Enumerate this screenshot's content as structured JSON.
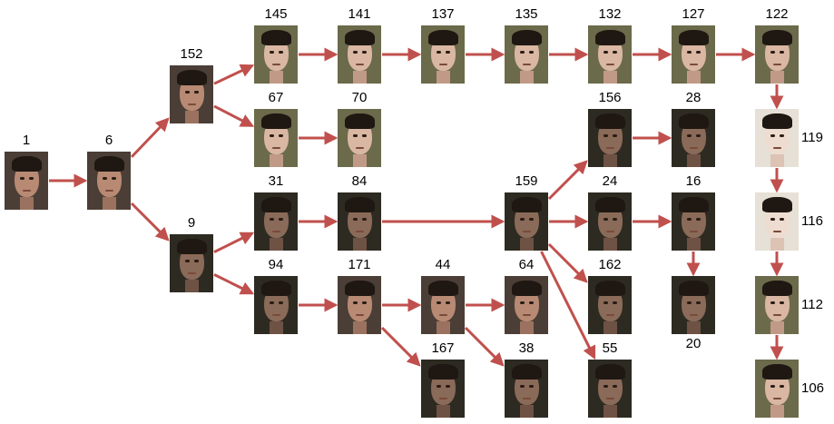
{
  "diagram": {
    "edge_color": "#c0504d",
    "nodes": [
      {
        "id": "1",
        "label": "1",
        "tone": "medium"
      },
      {
        "id": "6",
        "label": "6",
        "tone": "medium"
      },
      {
        "id": "152",
        "label": "152",
        "tone": "medium"
      },
      {
        "id": "9",
        "label": "9",
        "tone": "dark"
      },
      {
        "id": "145",
        "label": "145",
        "tone": "light"
      },
      {
        "id": "67",
        "label": "67",
        "tone": "light"
      },
      {
        "id": "31",
        "label": "31",
        "tone": "dark"
      },
      {
        "id": "94",
        "label": "94",
        "tone": "dark"
      },
      {
        "id": "141",
        "label": "141",
        "tone": "light"
      },
      {
        "id": "70",
        "label": "70",
        "tone": "light"
      },
      {
        "id": "84",
        "label": "84",
        "tone": "dark"
      },
      {
        "id": "171",
        "label": "171",
        "tone": "medium"
      },
      {
        "id": "137",
        "label": "137",
        "tone": "light"
      },
      {
        "id": "44",
        "label": "44",
        "tone": "medium"
      },
      {
        "id": "167",
        "label": "167",
        "tone": "dark"
      },
      {
        "id": "135",
        "label": "135",
        "tone": "light"
      },
      {
        "id": "159",
        "label": "159",
        "tone": "dark"
      },
      {
        "id": "64",
        "label": "64",
        "tone": "medium"
      },
      {
        "id": "38",
        "label": "38",
        "tone": "dark"
      },
      {
        "id": "132",
        "label": "132",
        "tone": "light"
      },
      {
        "id": "156",
        "label": "156",
        "tone": "dark"
      },
      {
        "id": "24",
        "label": "24",
        "tone": "dark"
      },
      {
        "id": "162",
        "label": "162",
        "tone": "dark"
      },
      {
        "id": "55",
        "label": "55",
        "tone": "dark"
      },
      {
        "id": "127",
        "label": "127",
        "tone": "light"
      },
      {
        "id": "28",
        "label": "28",
        "tone": "dark"
      },
      {
        "id": "16",
        "label": "16",
        "tone": "dark"
      },
      {
        "id": "20",
        "label": "20",
        "tone": "dark"
      },
      {
        "id": "122",
        "label": "122",
        "tone": "light"
      },
      {
        "id": "119",
        "label": "119",
        "tone": "pale"
      },
      {
        "id": "116",
        "label": "116",
        "tone": "pale"
      },
      {
        "id": "112",
        "label": "112",
        "tone": "light"
      },
      {
        "id": "106",
        "label": "106",
        "tone": "light"
      }
    ],
    "edges": [
      [
        "1",
        "6"
      ],
      [
        "6",
        "152"
      ],
      [
        "6",
        "9"
      ],
      [
        "152",
        "145"
      ],
      [
        "152",
        "67"
      ],
      [
        "145",
        "141"
      ],
      [
        "141",
        "137"
      ],
      [
        "137",
        "135"
      ],
      [
        "135",
        "132"
      ],
      [
        "132",
        "127"
      ],
      [
        "127",
        "122"
      ],
      [
        "122",
        "119"
      ],
      [
        "119",
        "116"
      ],
      [
        "116",
        "112"
      ],
      [
        "112",
        "106"
      ],
      [
        "67",
        "70"
      ],
      [
        "9",
        "31"
      ],
      [
        "9",
        "94"
      ],
      [
        "31",
        "84"
      ],
      [
        "84",
        "159"
      ],
      [
        "159",
        "156"
      ],
      [
        "159",
        "24"
      ],
      [
        "159",
        "162"
      ],
      [
        "159",
        "55"
      ],
      [
        "156",
        "28"
      ],
      [
        "24",
        "16"
      ],
      [
        "16",
        "20"
      ],
      [
        "94",
        "171"
      ],
      [
        "171",
        "44"
      ],
      [
        "171",
        "167"
      ],
      [
        "44",
        "64"
      ],
      [
        "44",
        "38"
      ]
    ]
  }
}
